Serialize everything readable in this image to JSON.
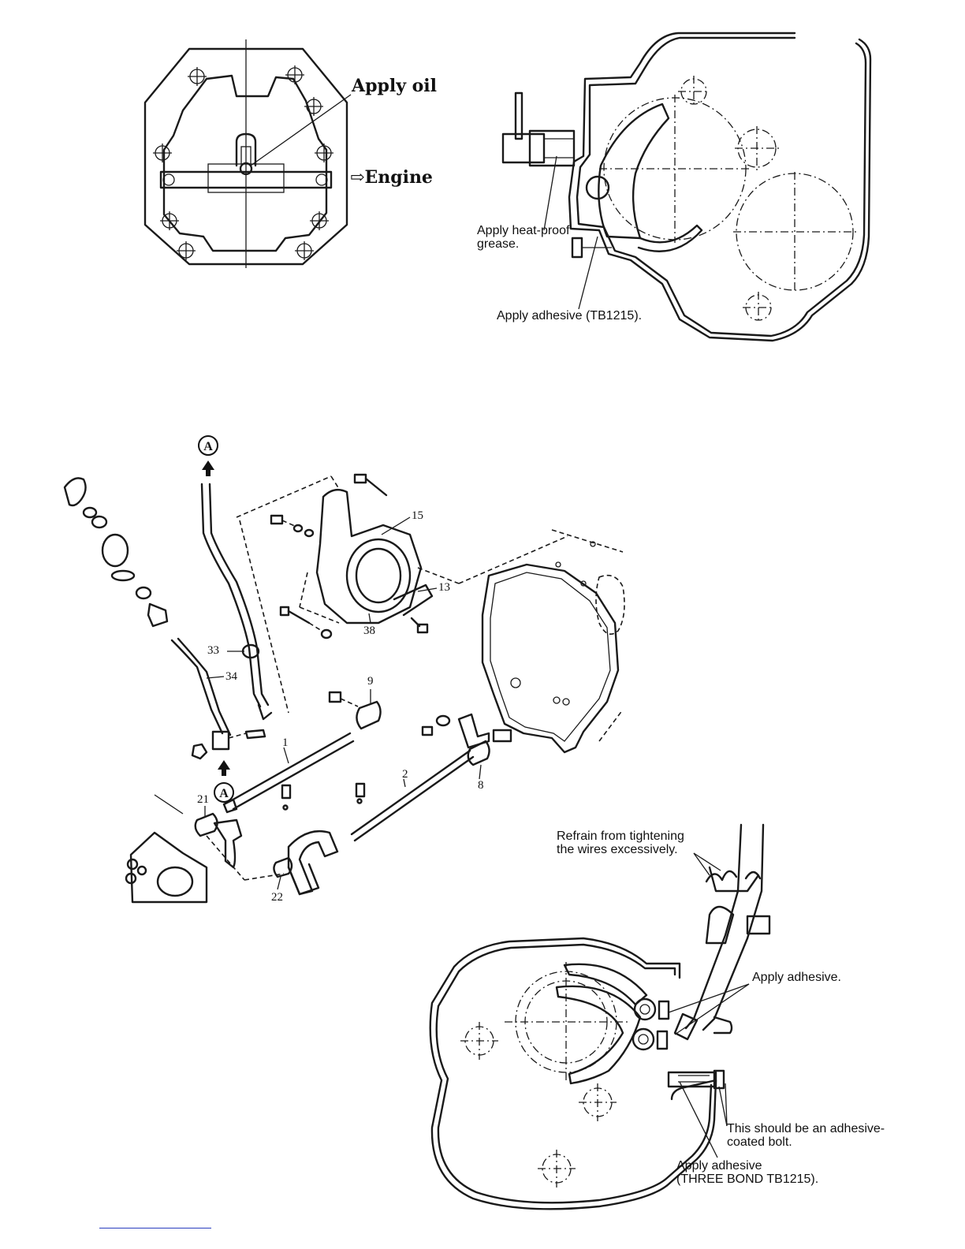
{
  "fig1": {
    "apply_oil": "Apply oil",
    "engine": "Engine",
    "engine_arrow": "⇨"
  },
  "fig2": {
    "heat_proof_line1": "Apply heat-proof",
    "heat_proof_line2": "grease.",
    "adhesive": "Apply adhesive (TB1215)."
  },
  "fig3": {
    "ref_a_top": "A",
    "ref_a_bottom": "A",
    "parts": [
      "15",
      "13",
      "38",
      "33",
      "34",
      "9",
      "1",
      "2",
      "8",
      "21",
      "22"
    ]
  },
  "fig4": {
    "wires_line1": "Refrain from tightening",
    "wires_line2": "the wires excessively.",
    "apply_adhesive": "Apply adhesive.",
    "bolt_line1": "This should be an adhesive-",
    "bolt_line2": "coated bolt.",
    "three_bond_line1": "Apply adhesive",
    "three_bond_line2": "(THREE BOND TB1215)."
  }
}
